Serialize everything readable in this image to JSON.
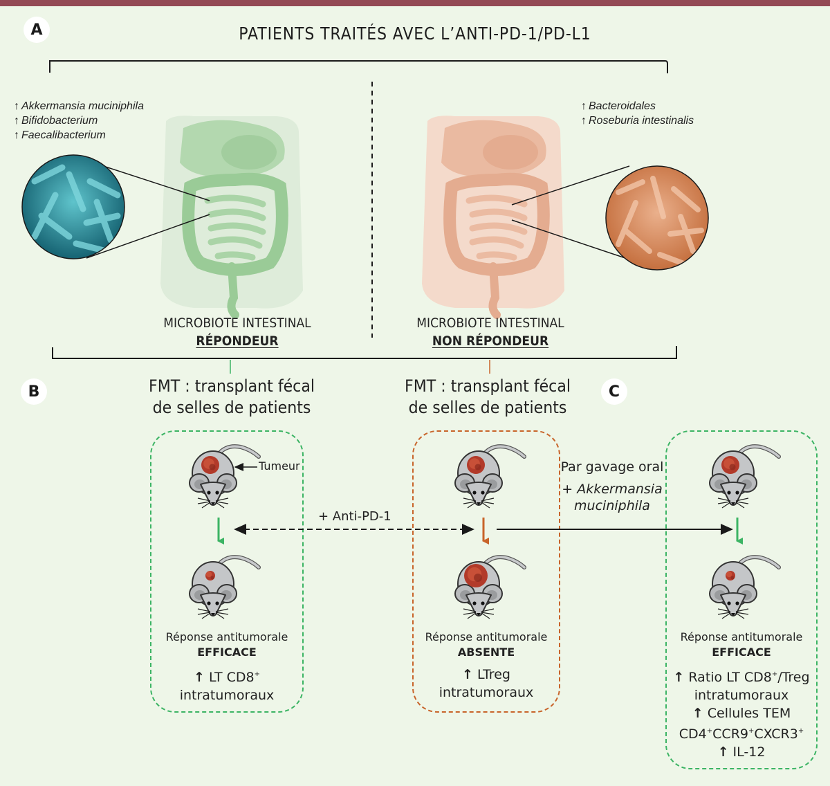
{
  "colors": {
    "background": "#eef6e8",
    "top_bar": "#934a55",
    "responder_accent": "#3cb464",
    "non_responder_accent": "#c8642a",
    "responder_organs": "#9fcf9f",
    "non_responder_organs": "#e8a98a",
    "responder_bacteria": "#2f8f9a",
    "non_responder_bacteria": "#c97a4a",
    "tumor": "#b23a2a",
    "mouse_body": "#c4c6c8"
  },
  "panel_a": {
    "badge": "A",
    "title": "PATIENTS TRAITÉS AVEC L’ANTI-PD-1/PD-L1",
    "responder": {
      "bacteria": [
        {
          "arrow": "↑",
          "name": "Akkermansia muciniphila"
        },
        {
          "arrow": "↑",
          "name": "Bifidobacterium"
        },
        {
          "arrow": "↑",
          "name": "Faecalibacterium"
        }
      ],
      "organ_icon": "digestive-system-green",
      "bacteria_icon": "bacteria-magnified-teal",
      "label_line1": "MICROBIOTE INTESTINAL",
      "label_line2": "RÉPONDEUR"
    },
    "non_responder": {
      "bacteria": [
        {
          "arrow": "↑",
          "name": "Bacteroidales"
        },
        {
          "arrow": "↑",
          "name": "Roseburia intestinalis"
        }
      ],
      "organ_icon": "digestive-system-orange",
      "bacteria_icon": "bacteria-magnified-orange",
      "label_line1": "MICROBIOTE INTESTINAL",
      "label_line2": "NON RÉPONDEUR"
    }
  },
  "panel_b": {
    "badge": "B",
    "fmt_responder": {
      "line1": "FMT : transplant fécal",
      "line2": "de selles de patients"
    },
    "fmt_non_responder": {
      "line1": "FMT : transplant fécal",
      "line2": "de selles de patients"
    },
    "tumor_label": "Tumeur",
    "anti_pd1_label": "+ Anti-PD-1",
    "responder_result": {
      "line1": "Réponse antitumorale",
      "line2": "EFFICACE",
      "effects": [
        {
          "arrow": "↑",
          "text": "LT CD8",
          "sup": "+"
        },
        {
          "arrow": "",
          "text": "intratumoraux",
          "sup": ""
        }
      ]
    },
    "non_responder_result": {
      "line1": "Réponse antitumorale",
      "line2": "ABSENTE",
      "effects": [
        {
          "arrow": "↑",
          "text": "LTreg",
          "sup": ""
        },
        {
          "arrow": "",
          "text": "intratumoraux",
          "sup": ""
        }
      ]
    }
  },
  "panel_c": {
    "badge": "C",
    "gavage_line1": "Par gavage oral",
    "gavage_line2": "+ Akkermansia",
    "gavage_line3": "muciniphila",
    "result": {
      "line1": "Réponse antitumorale",
      "line2": "EFFICACE",
      "effect1_arrow": "↑",
      "effect1_a": "Ratio LT CD8",
      "effect1_sup": "+",
      "effect1_b": "/Treg",
      "effect2": "intratumoraux",
      "effect3_arrow": "↑",
      "effect3": "Cellules TEM",
      "effect4_a": "CD4",
      "effect4_sup1": "+",
      "effect4_b": "CCR9",
      "effect4_sup2": "+",
      "effect4_c": "CXCR3",
      "effect4_sup3": "+",
      "effect5_arrow": "↑",
      "effect5": "IL-12"
    }
  },
  "mice": {
    "responder_before": {
      "tumor_size": "large"
    },
    "responder_after": {
      "tumor_size": "small"
    },
    "non_responder_before": {
      "tumor_size": "large"
    },
    "non_responder_after": {
      "tumor_size": "very-large"
    },
    "akkermansia_before": {
      "tumor_size": "large"
    },
    "akkermansia_after": {
      "tumor_size": "small"
    }
  }
}
